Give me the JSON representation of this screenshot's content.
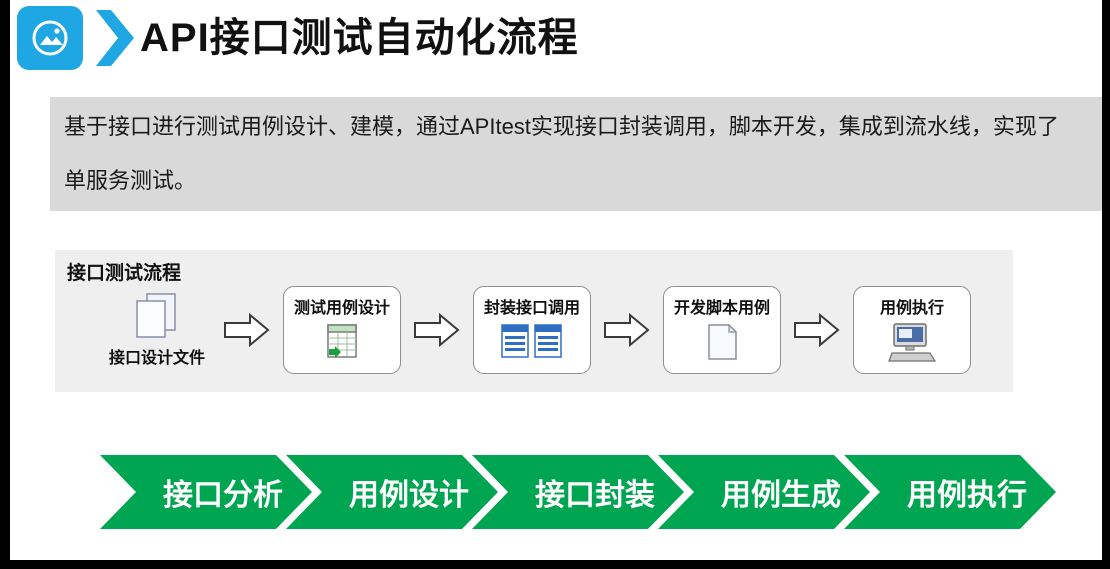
{
  "slide": {
    "title": "API接口测试自动化流程",
    "intro": {
      "line1": "基于接口进行测试用例设计、建模，通过APItest实现接口封装调用，脚本开发，集成到流水线，实现了",
      "line2": "单服务测试。"
    },
    "flow": {
      "title": "接口测试流程",
      "source_label": "接口设计文件",
      "source_icon": "files-icon",
      "arrow_icon": "flow-arrow-icon",
      "steps": [
        {
          "label": "测试用例设计",
          "icon": "spreadsheet-icon"
        },
        {
          "label": "封装接口调用",
          "icon": "server-icons"
        },
        {
          "label": "开发脚本用例",
          "icon": "document-icon"
        },
        {
          "label": "用例执行",
          "icon": "computer-icon"
        }
      ]
    },
    "stages": [
      {
        "label": "接口分析"
      },
      {
        "label": "用例设计"
      },
      {
        "label": "接口封装"
      },
      {
        "label": "用例生成"
      },
      {
        "label": "用例执行"
      }
    ],
    "colors": {
      "accent_blue": "#1ea7e2",
      "stage_green": "#00a551",
      "intro_bg": "#d9d9d9",
      "panel_bg": "#efefef"
    }
  }
}
